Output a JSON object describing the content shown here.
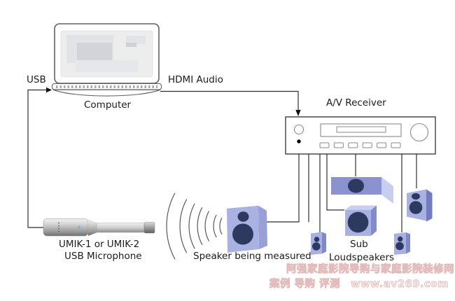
{
  "labels": {
    "usb": "USB",
    "hdmi": "HDMI Audio",
    "computer": "Computer",
    "receiver": "A/V Receiver",
    "mic_model": "UMIK-1 or UMIK-2",
    "mic_type": "USB Microphone",
    "speaker_measured": "Speaker being measured",
    "sub": "Sub",
    "loudspeakers": "Loudspeakers"
  },
  "watermark": {
    "line1": "阿强家庭影院导购与家庭影院装修网",
    "line2": "案例 导购 评测　www.av269.com"
  },
  "colors": {
    "wire": "#2e2e2e",
    "device_outline": "#555555",
    "speaker_front": "#a8b1e2",
    "speaker_side_dark": "#7f88c9",
    "speaker_face_light": "#c9cdf0",
    "speaker_top_dark": "#7b84c5",
    "center_speaker_front": "#8a93cd",
    "driver": "#2e3960",
    "mic_led_blue": "#79b9d9",
    "watermark_pink": "#e2b9b9"
  }
}
